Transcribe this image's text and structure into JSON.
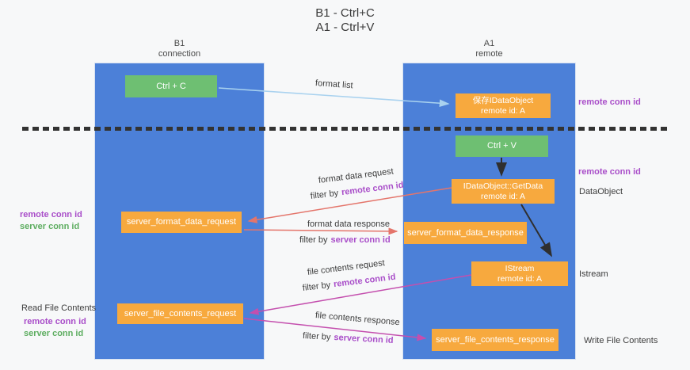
{
  "title": {
    "line1": "B1 - Ctrl+C",
    "line2": "A1 - Ctrl+V"
  },
  "columns": {
    "left": {
      "name": "B1",
      "role": "connection"
    },
    "right": {
      "name": "A1",
      "role": "remote"
    }
  },
  "nodes": {
    "ctrl_c": "Ctrl + C",
    "ctrl_v": "Ctrl + V",
    "save_idataobject": {
      "title": "保存IDataObject",
      "subtitle": "remote id: A"
    },
    "getdata": {
      "title": "IDataObject::GetData",
      "subtitle": "remote id: A"
    },
    "istream": {
      "title": "IStream",
      "subtitle": "remote id: A"
    },
    "format_request": "server_format_data_request",
    "format_response": "server_format_data_response",
    "file_request": "server_file_contents_request",
    "file_response": "server_file_contents_response"
  },
  "labels": {
    "format_list": "format list",
    "remote_conn_id": "remote conn id",
    "server_conn_id": "server conn id",
    "filter_by": "filter by",
    "format_data_request": "format data request",
    "format_data_response": "format data response",
    "file_contents_request": "file contents request",
    "file_contents_response": "file contents response",
    "dataobject": "DataObject",
    "istream": "Istream",
    "read_file_contents": "Read File Contents",
    "write_file_contents": "Write File Contents"
  },
  "colors": {
    "lifeline_blue": "#4c80d8",
    "node_green": "#6ebf72",
    "node_orange": "#f7a93e",
    "arrow_light_blue": "#a9d2ef",
    "arrow_salmon": "#e4756b",
    "arrow_magenta": "#c44fae",
    "arrow_black": "#2f2f2f",
    "text_purple": "#a94ec9",
    "text_green": "#5dad60"
  }
}
